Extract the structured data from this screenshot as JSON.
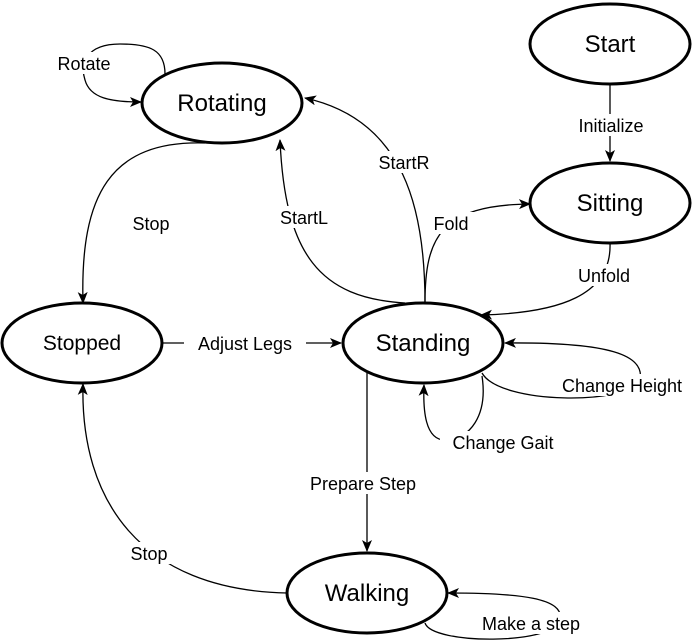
{
  "nodes": {
    "start": "Start",
    "sitting": "Sitting",
    "rotating": "Rotating",
    "stopped": "Stopped",
    "standing": "Standing",
    "walking": "Walking"
  },
  "edges": {
    "rotate": "Rotate",
    "initialize": "Initialize",
    "startR": "StartR",
    "startL": "StartL",
    "fold": "Fold",
    "stop_top": "Stop",
    "unfold": "Unfold",
    "adjust_legs": "Adjust Legs",
    "change_height": "Change Height",
    "change_gait": "Change Gait",
    "prepare_step": "Prepare Step",
    "stop_bottom": "Stop",
    "make_a_step": "Make a step"
  }
}
